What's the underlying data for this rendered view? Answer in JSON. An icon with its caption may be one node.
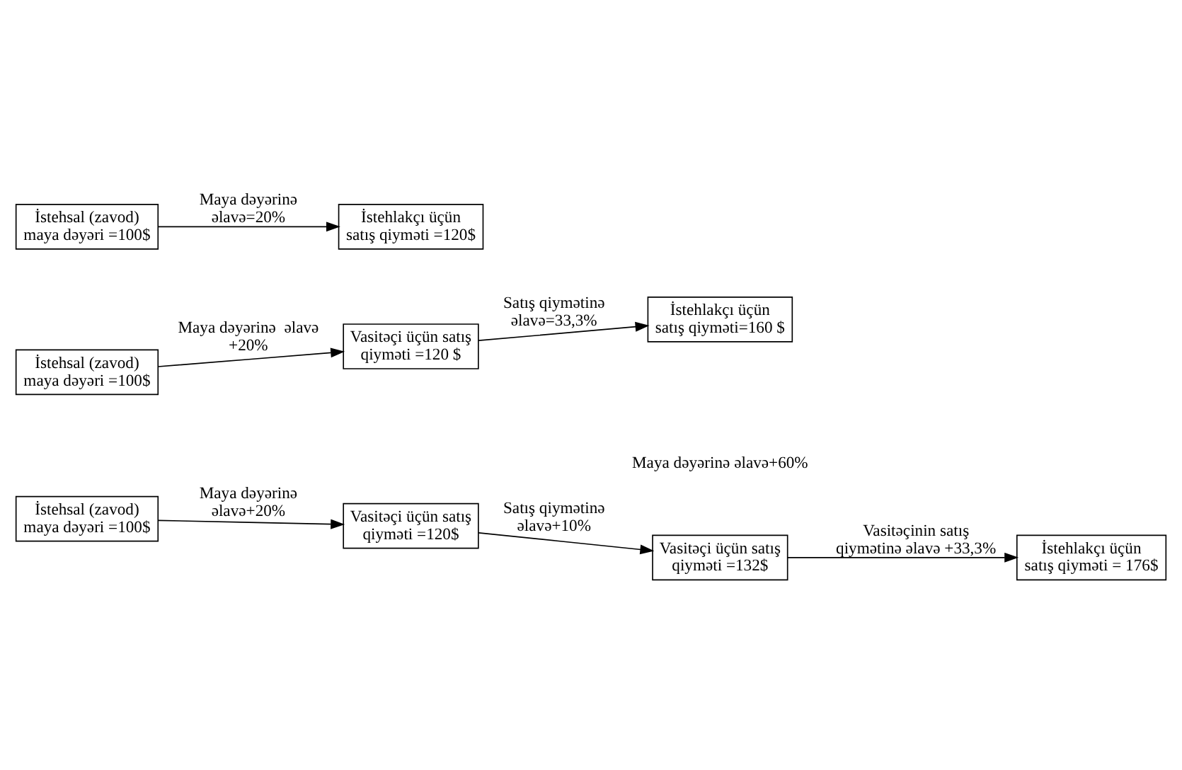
{
  "diagram": {
    "nodes": [
      {
        "text": [
          "İstehsal (zavod) maya dəyəri =100$"
        ]
      },
      {
        "text": [
          "İstehlakçı üçün satış qiyməti =120$"
        ]
      },
      {
        "text": [
          "İstehsal (zavod) maya dəyəri =100$"
        ]
      },
      {
        "text": [
          "Vasitəçi üçün satış qiyməti =120 $"
        ]
      },
      {
        "text": [
          "İstehlakçı üçün satış qiyməti=160 $"
        ]
      },
      {
        "text": [
          "İstehsal (zavod) maya dəyəri =100$"
        ]
      },
      {
        "text": [
          "Vasitəçi üçün satış qiyməti =120$"
        ]
      },
      {
        "text": [
          "Vasitəçi üçün satış qiyməti =132$"
        ]
      },
      {
        "text": [
          "İstehlakçı üçün satış qiyməti = 176$"
        ]
      }
    ],
    "edges": [
      {
        "from": 0,
        "to": 1,
        "arrow": "to",
        "label": "Maya dəyərinə əlavə=20%"
      },
      {
        "from": 2,
        "to": 3,
        "arrow": "to",
        "label": "Maya dəyərinə  əlavə +20%"
      },
      {
        "from": 3,
        "to": 4,
        "arrow": "to",
        "label": "Satış qiymətinə əlavə=33,3%"
      },
      {
        "from": 5,
        "to": 6,
        "arrow": "to",
        "label": "Maya dəyərinə əlavə+20%"
      },
      {
        "from": 6,
        "to": 7,
        "arrow": "to",
        "label": "Satış qiymətinə əlavə+10%"
      },
      {
        "from": 7,
        "to": 8,
        "arrow": "to",
        "label": "Vasitəçinin satış qiymətinə əlavə +33,3%"
      }
    ],
    "labels": [
      "Maya dəyərinə əlavə+60%"
    ]
  }
}
